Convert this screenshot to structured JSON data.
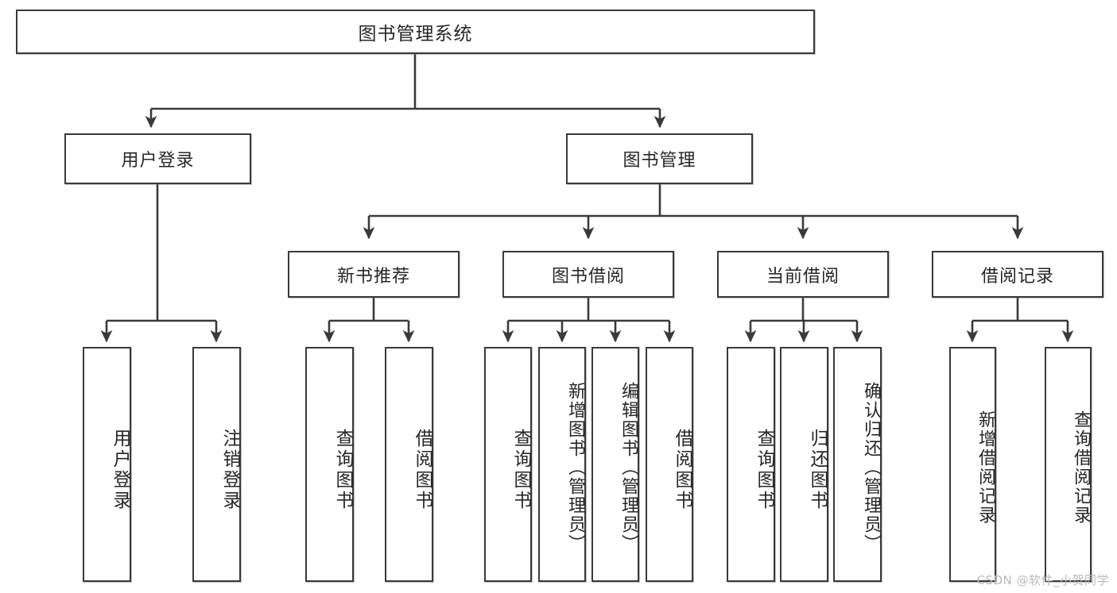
{
  "diagram": {
    "title": "图书管理系统",
    "type": "tree",
    "watermark": "CSDN @软件_小贺同学",
    "colors": {
      "stroke": "#3a3a3a",
      "text": "#262626",
      "background": "#ffffff",
      "watermark": "#b9b9b9"
    },
    "root": {
      "label": "图书管理系统"
    },
    "level2": [
      {
        "id": "user-login",
        "label": "用户登录"
      },
      {
        "id": "book-manage",
        "label": "图书管理"
      }
    ],
    "level3": [
      {
        "id": "new-book-recommend",
        "label": "新书推荐",
        "parent": "book-manage"
      },
      {
        "id": "book-borrow",
        "label": "图书借阅",
        "parent": "book-manage"
      },
      {
        "id": "current-borrow",
        "label": "当前借阅",
        "parent": "book-manage"
      },
      {
        "id": "borrow-record",
        "label": "借阅记录",
        "parent": "book-manage"
      }
    ],
    "leaves": {
      "user-login": [
        {
          "id": "leaf-user-login",
          "label": "用户登录"
        },
        {
          "id": "leaf-user-logout",
          "label": "注销登录"
        }
      ],
      "new-book-recommend": [
        {
          "id": "leaf-query-book-1",
          "label": "查询图书"
        },
        {
          "id": "leaf-borrow-book-1",
          "label": "借阅图书"
        }
      ],
      "book-borrow": [
        {
          "id": "leaf-query-book-2",
          "label": "查询图书"
        },
        {
          "id": "leaf-add-book",
          "label": "新增图书（管理员）"
        },
        {
          "id": "leaf-edit-book",
          "label": "编辑图书（管理员）"
        },
        {
          "id": "leaf-borrow-book-2",
          "label": "借阅图书"
        }
      ],
      "current-borrow": [
        {
          "id": "leaf-query-book-3",
          "label": "查询图书"
        },
        {
          "id": "leaf-return-book",
          "label": "归还图书"
        },
        {
          "id": "leaf-confirm-return",
          "label": "确认归还（管理员）"
        }
      ],
      "borrow-record": [
        {
          "id": "leaf-add-record",
          "label": "新增借阅记录"
        },
        {
          "id": "leaf-query-record",
          "label": "查询借阅记录"
        }
      ]
    }
  }
}
